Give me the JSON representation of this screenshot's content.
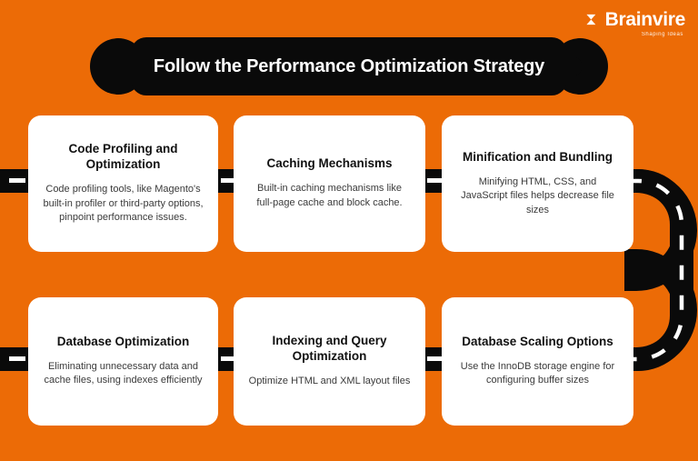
{
  "brand": {
    "name": "Brainvire",
    "tagline": "Shaping Ideas",
    "mark": "play-arrow-icon"
  },
  "banner": {
    "title": "Follow the Performance Optimization Strategy"
  },
  "theme": {
    "background": "#EC6B06",
    "road": "#0A0A0A",
    "road_dash": "#FFFFFF",
    "card_bg": "#FFFFFF",
    "title_text": "#111111",
    "body_text": "#3A3A3A",
    "banner_text": "#FFFFFF"
  },
  "cards": [
    {
      "title": "Code Profiling and Optimization",
      "body": "Code profiling tools, like Magento's built-in profiler or third-party options, pinpoint performance issues."
    },
    {
      "title": "Caching Mechanisms",
      "body": "Built-in caching mechanisms like full-page cache and block cache."
    },
    {
      "title": "Minification and Bundling",
      "body": "Minifying HTML, CSS, and JavaScript files helps decrease file sizes"
    },
    {
      "title": "Database Optimization",
      "body": "Eliminating unnecessary data and cache files, using indexes efficiently"
    },
    {
      "title": "Indexing and Query Optimization",
      "body": "Optimize HTML and XML layout files"
    },
    {
      "title": "Database Scaling Options",
      "body": "Use the InnoDB storage engine for configuring buffer sizes"
    }
  ]
}
